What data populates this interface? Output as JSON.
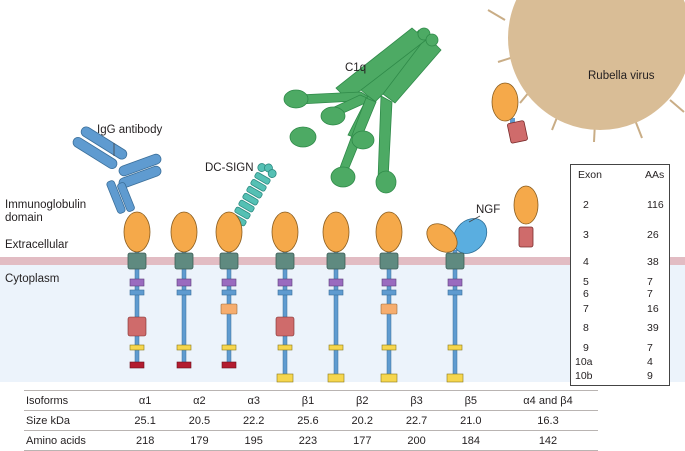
{
  "labels": {
    "igg": "IgG antibody",
    "ig_domain": "Immunoglobulin\ndomain",
    "extracellular": "Extracellular",
    "cytoplasm": "Cytoplasm",
    "dcsign": "DC-SIGN",
    "c1q": "C1q",
    "ngf": "NGF",
    "rubella": "Rubella virus"
  },
  "colors": {
    "orange": "#f5a94a",
    "darkred": "#b31b2f",
    "grayteal": "#5f8a80",
    "purple": "#9a6bbf",
    "blue": "#5f9bd0",
    "peach": "#f6ad6e",
    "rose": "#cf6b6b",
    "yellow": "#f6d64d",
    "membrane": "#e2bcc3",
    "cytoplasm_bg": "#ecf3fb",
    "green": "#4daa64",
    "virus": "#d9bd96"
  },
  "isoforms": [
    {
      "name": "α1",
      "size_kda": "25.1",
      "amino_acids": "218"
    },
    {
      "name": "α2",
      "size_kda": "20.5",
      "amino_acids": "179"
    },
    {
      "name": "α3",
      "size_kda": "22.2",
      "amino_acids": "195"
    },
    {
      "name": "β1",
      "size_kda": "25.6",
      "amino_acids": "223"
    },
    {
      "name": "β2",
      "size_kda": "20.2",
      "amino_acids": "177"
    },
    {
      "name": "β3",
      "size_kda": "22.7",
      "amino_acids": "200"
    },
    {
      "name": "β5",
      "size_kda": "21.0",
      "amino_acids": "184"
    },
    {
      "name": "α4 and β4",
      "size_kda": "16.3",
      "amino_acids": "142"
    }
  ],
  "table_headers": {
    "isoforms": "Isoforms",
    "size": "Size kDa",
    "aa": "Amino acids"
  },
  "exon_legend": {
    "header_exon": "Exon",
    "header_aas": "AAs",
    "rows": [
      {
        "exon": "2",
        "aas": "116"
      },
      {
        "exon": "3",
        "aas": "26"
      },
      {
        "exon": "4",
        "aas": "38"
      },
      {
        "exon": "5",
        "aas": "7"
      },
      {
        "exon": "6",
        "aas": "7"
      },
      {
        "exon": "7",
        "aas": "16"
      },
      {
        "exon": "8",
        "aas": "39"
      },
      {
        "exon": "9",
        "aas": "7"
      },
      {
        "exon": "10a",
        "aas": "4"
      },
      {
        "exon": "10b",
        "aas": "9"
      }
    ]
  }
}
